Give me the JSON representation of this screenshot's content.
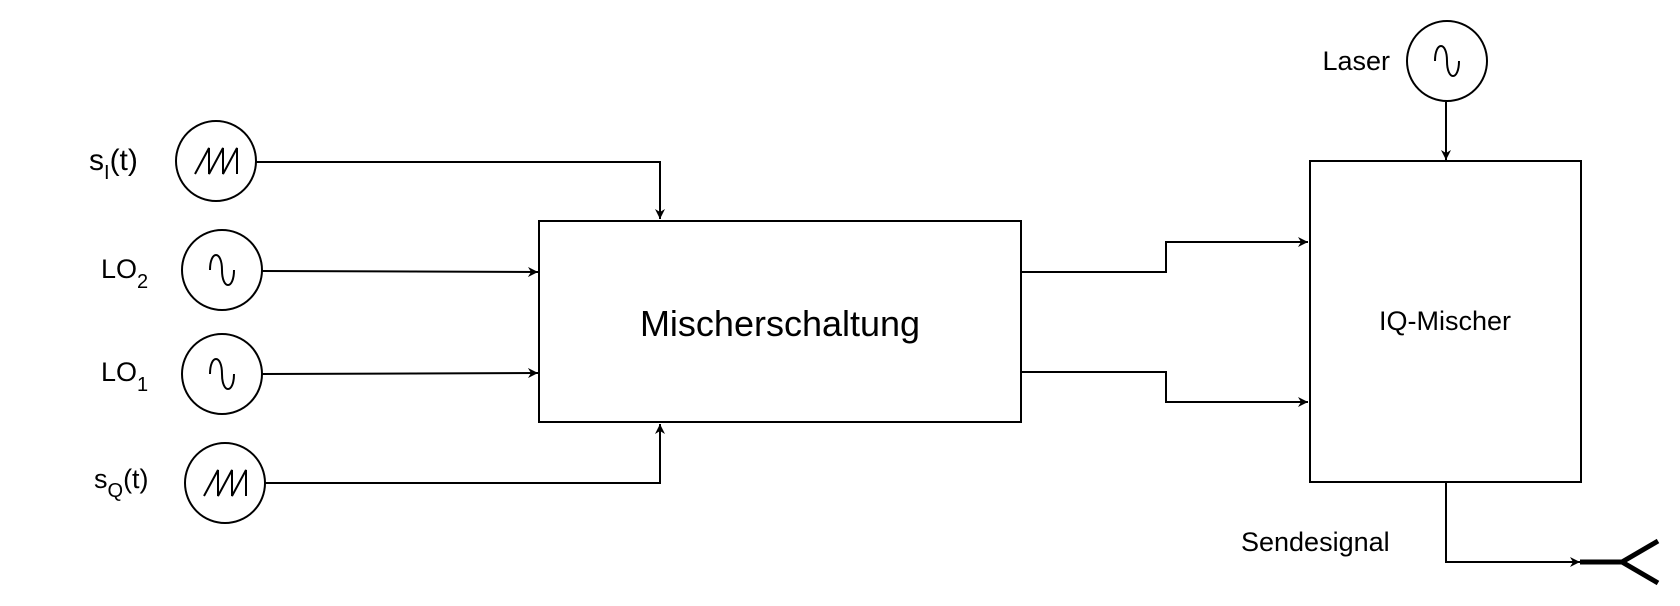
{
  "diagram": {
    "sources": {
      "s_i": {
        "label": "s",
        "subscript": "I",
        "suffix": "(t)",
        "icon": "sawtooth-icon"
      },
      "lo2": {
        "label": "LO",
        "subscript": "2",
        "icon": "sine-icon"
      },
      "lo1": {
        "label": "LO",
        "subscript": "1",
        "icon": "sine-icon"
      },
      "s_q": {
        "label": "s",
        "subscript": "Q",
        "suffix": "(t)",
        "icon": "sawtooth-icon"
      },
      "laser": {
        "label": "Laser",
        "icon": "sine-icon"
      }
    },
    "blocks": {
      "mixer_circuit": "Mischerschaltung",
      "iq_mixer": "IQ-Mischer"
    },
    "output": {
      "label": "Sendesignal",
      "icon": "antenna-icon"
    }
  }
}
